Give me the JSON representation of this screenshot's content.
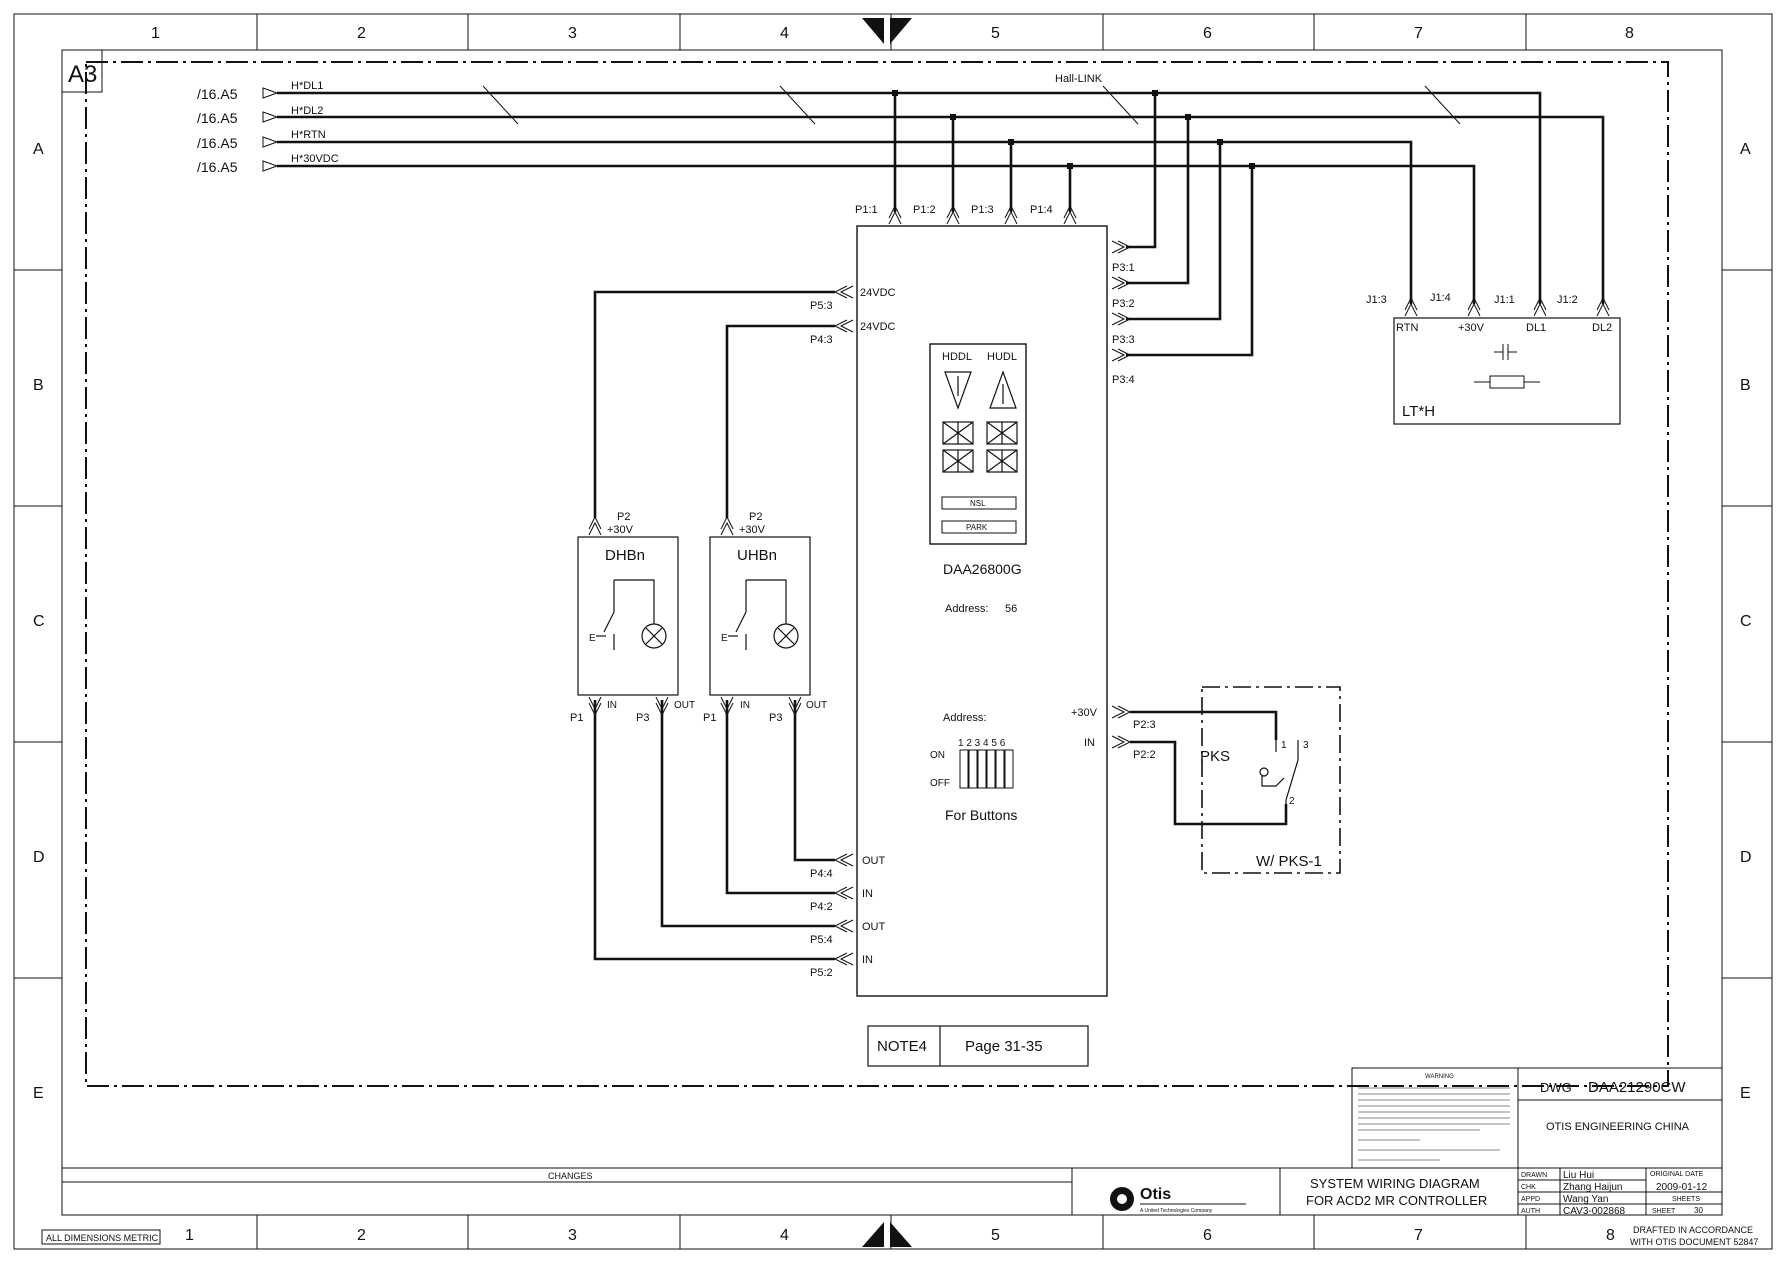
{
  "frame": {
    "col_labels": [
      "1",
      "2",
      "3",
      "4",
      "5",
      "6",
      "7",
      "8"
    ],
    "row_labels": [
      "A",
      "B",
      "C",
      "D",
      "E"
    ],
    "sheet_size": "A3"
  },
  "hall_link": {
    "label": "Hall-LINK",
    "refs": [
      "/16.A5",
      "/16.A5",
      "/16.A5",
      "/16.A5"
    ],
    "signals": [
      "H*DL1",
      "H*DL2",
      "H*RTN",
      "H*30VDC"
    ]
  },
  "controller": {
    "name": "DAA26800G",
    "address_label": "Address:",
    "address_value": "56",
    "p1_pins": [
      "P1:1",
      "P1:2",
      "P1:3",
      "P1:4"
    ],
    "p3_pins": [
      "P3:1",
      "P3:2",
      "P3:3",
      "P3:4"
    ],
    "p5_3": "P5:3",
    "p4_3": "P4:3",
    "vdc_label": "24VDC",
    "display": {
      "hddl": "HDDL",
      "hudl": "HUDL",
      "nsl": "NSL",
      "park": "PARK"
    },
    "dip": {
      "label": "Address:",
      "numbers": "1 2 3 4 5 6",
      "on": "ON",
      "off": "OFF",
      "for_buttons": "For Buttons"
    },
    "bottom_pins": [
      {
        "pin": "P4:4",
        "sig": "OUT"
      },
      {
        "pin": "P4:2",
        "sig": "IN"
      },
      {
        "pin": "P5:4",
        "sig": "OUT"
      },
      {
        "pin": "P5:2",
        "sig": "IN"
      }
    ],
    "p2": {
      "v_label": "+30V",
      "in_label": "IN",
      "p2_3": "P2:3",
      "p2_2": "P2:2"
    }
  },
  "lt_h": {
    "name": "LT*H",
    "pins": [
      "J1:3",
      "J1:4",
      "J1:1",
      "J1:2"
    ],
    "sigs": [
      "RTN",
      "+30V",
      "DL1",
      "DL2"
    ]
  },
  "buttons": [
    {
      "name": "DHBn",
      "p2": "P2",
      "v": "+30V",
      "p1": "P1",
      "p3": "P3",
      "in": "IN",
      "out": "OUT",
      "e": "E"
    },
    {
      "name": "UHBn",
      "p2": "P2",
      "v": "+30V",
      "p1": "P1",
      "p3": "P3",
      "in": "IN",
      "out": "OUT",
      "e": "E"
    }
  ],
  "pks": {
    "name": "PKS",
    "label": "W/  PKS-1",
    "c1": "1",
    "c2": "2",
    "c3": "3"
  },
  "note": {
    "label": "NOTE4",
    "pages": "Page 31-35"
  },
  "title_block": {
    "warning": "WARNING",
    "dwg_label": "DWG",
    "dwg_no": "DAA21290CW",
    "org": "OTIS ENGINEERING CHINA",
    "changes": "CHANGES",
    "brand": "Otis",
    "brand_sub": "A United Technologies Company",
    "title_1": "SYSTEM WIRING DIAGRAM",
    "title_2": "FOR ACD2 MR CONTROLLER",
    "drawn_label": "DRAWN",
    "drawn": "Liu Hui",
    "chk_label": "CHK",
    "chk": "Zhang Haijun",
    "appd_label": "APPD",
    "appd": "Wang Yan",
    "auth_label": "AUTH",
    "auth": "CAV3-002868",
    "orig_date_label": "ORIGINAL DATE",
    "orig_date": "2009-01-12",
    "sheets_label": "SHEETS",
    "sheet_label": "SHEET",
    "sheet_no": "30",
    "drafted": "DRAFTED IN ACCORDANCE",
    "drafted_2": "WITH OTIS DOCUMENT 52847",
    "metric": "ALL DIMENSIONS METRIC"
  }
}
